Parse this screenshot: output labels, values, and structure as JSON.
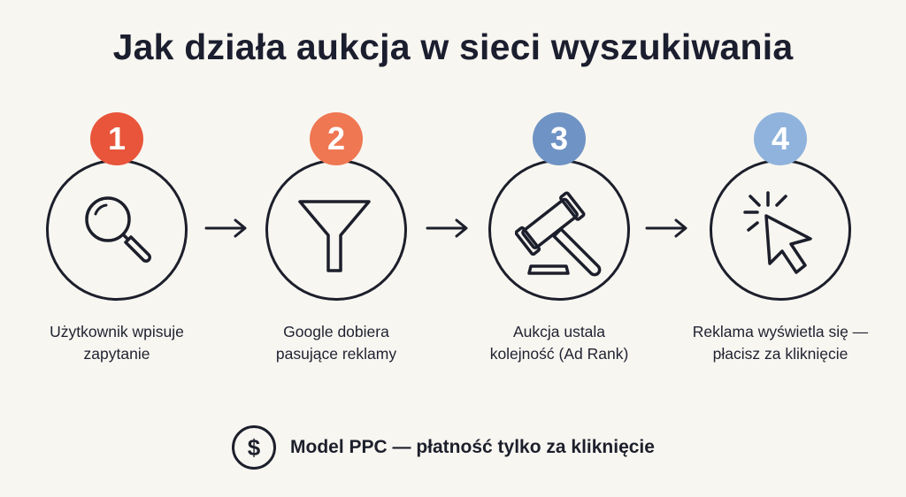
{
  "title": "Jak działa aukcja w sieci wyszukiwania",
  "steps": [
    {
      "number": "1",
      "icon": "search-icon",
      "badge_color": "#e8553a",
      "caption_lines": [
        "Użytkownik wpisuje",
        "zapytanie"
      ]
    },
    {
      "number": "2",
      "icon": "funnel-icon",
      "badge_color": "#ef7752",
      "caption_lines": [
        "Google dobiera",
        "pasujące reklamy"
      ]
    },
    {
      "number": "3",
      "icon": "gavel-icon",
      "badge_color": "#6f93c4",
      "caption_lines": [
        "Aukcja ustala",
        "kolejność (Ad Rank)"
      ]
    },
    {
      "number": "4",
      "icon": "cursor-click-icon",
      "badge_color": "#8fb3dc",
      "caption_lines": [
        "Reklama wyświetla się —",
        "płacisz za kliknięcie"
      ]
    }
  ],
  "footer": {
    "icon": "dollar-icon",
    "symbol": "$",
    "text": "Model PPC — płatność tylko za kliknięcie"
  }
}
